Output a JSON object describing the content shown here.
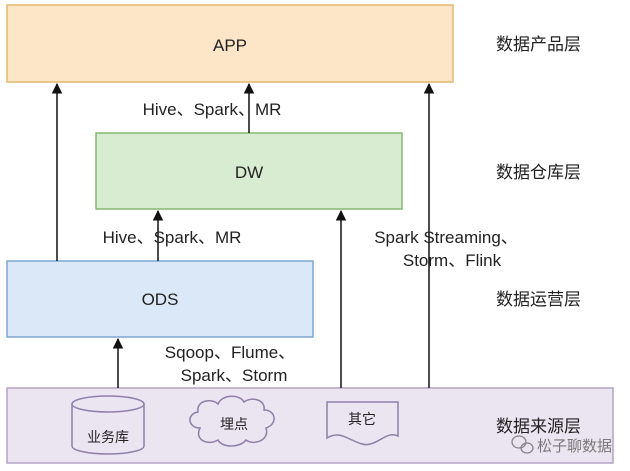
{
  "boxes": {
    "app": "APP",
    "dw": "DW",
    "ods": "ODS"
  },
  "edge_labels": {
    "ods_to_dw": "Hive、Spark、MR",
    "dw_to_app": "Hive、Spark、MR",
    "source_to_ods_line1": "Sqoop、Flume、",
    "source_to_ods_line2": "Spark、Storm",
    "streaming_line1": "Spark Streaming、",
    "streaming_line2": "Storm、Flink"
  },
  "layers": {
    "product": "数据产品层",
    "warehouse": "数据仓库层",
    "operation": "数据运营层",
    "source": "数据来源层"
  },
  "sources": {
    "business_db": "业务库",
    "tracking": "埋点",
    "other": "其它"
  },
  "watermark": "松子聊数据",
  "colors": {
    "app_fill": "#fde6c8",
    "app_stroke": "#e3b86f",
    "dw_fill": "#d8ecd1",
    "dw_stroke": "#86b873",
    "ods_fill": "#dbe8f8",
    "ods_stroke": "#7fa6d6",
    "source_fill": "#ebe5f1",
    "source_stroke": "#b2a3c2"
  }
}
